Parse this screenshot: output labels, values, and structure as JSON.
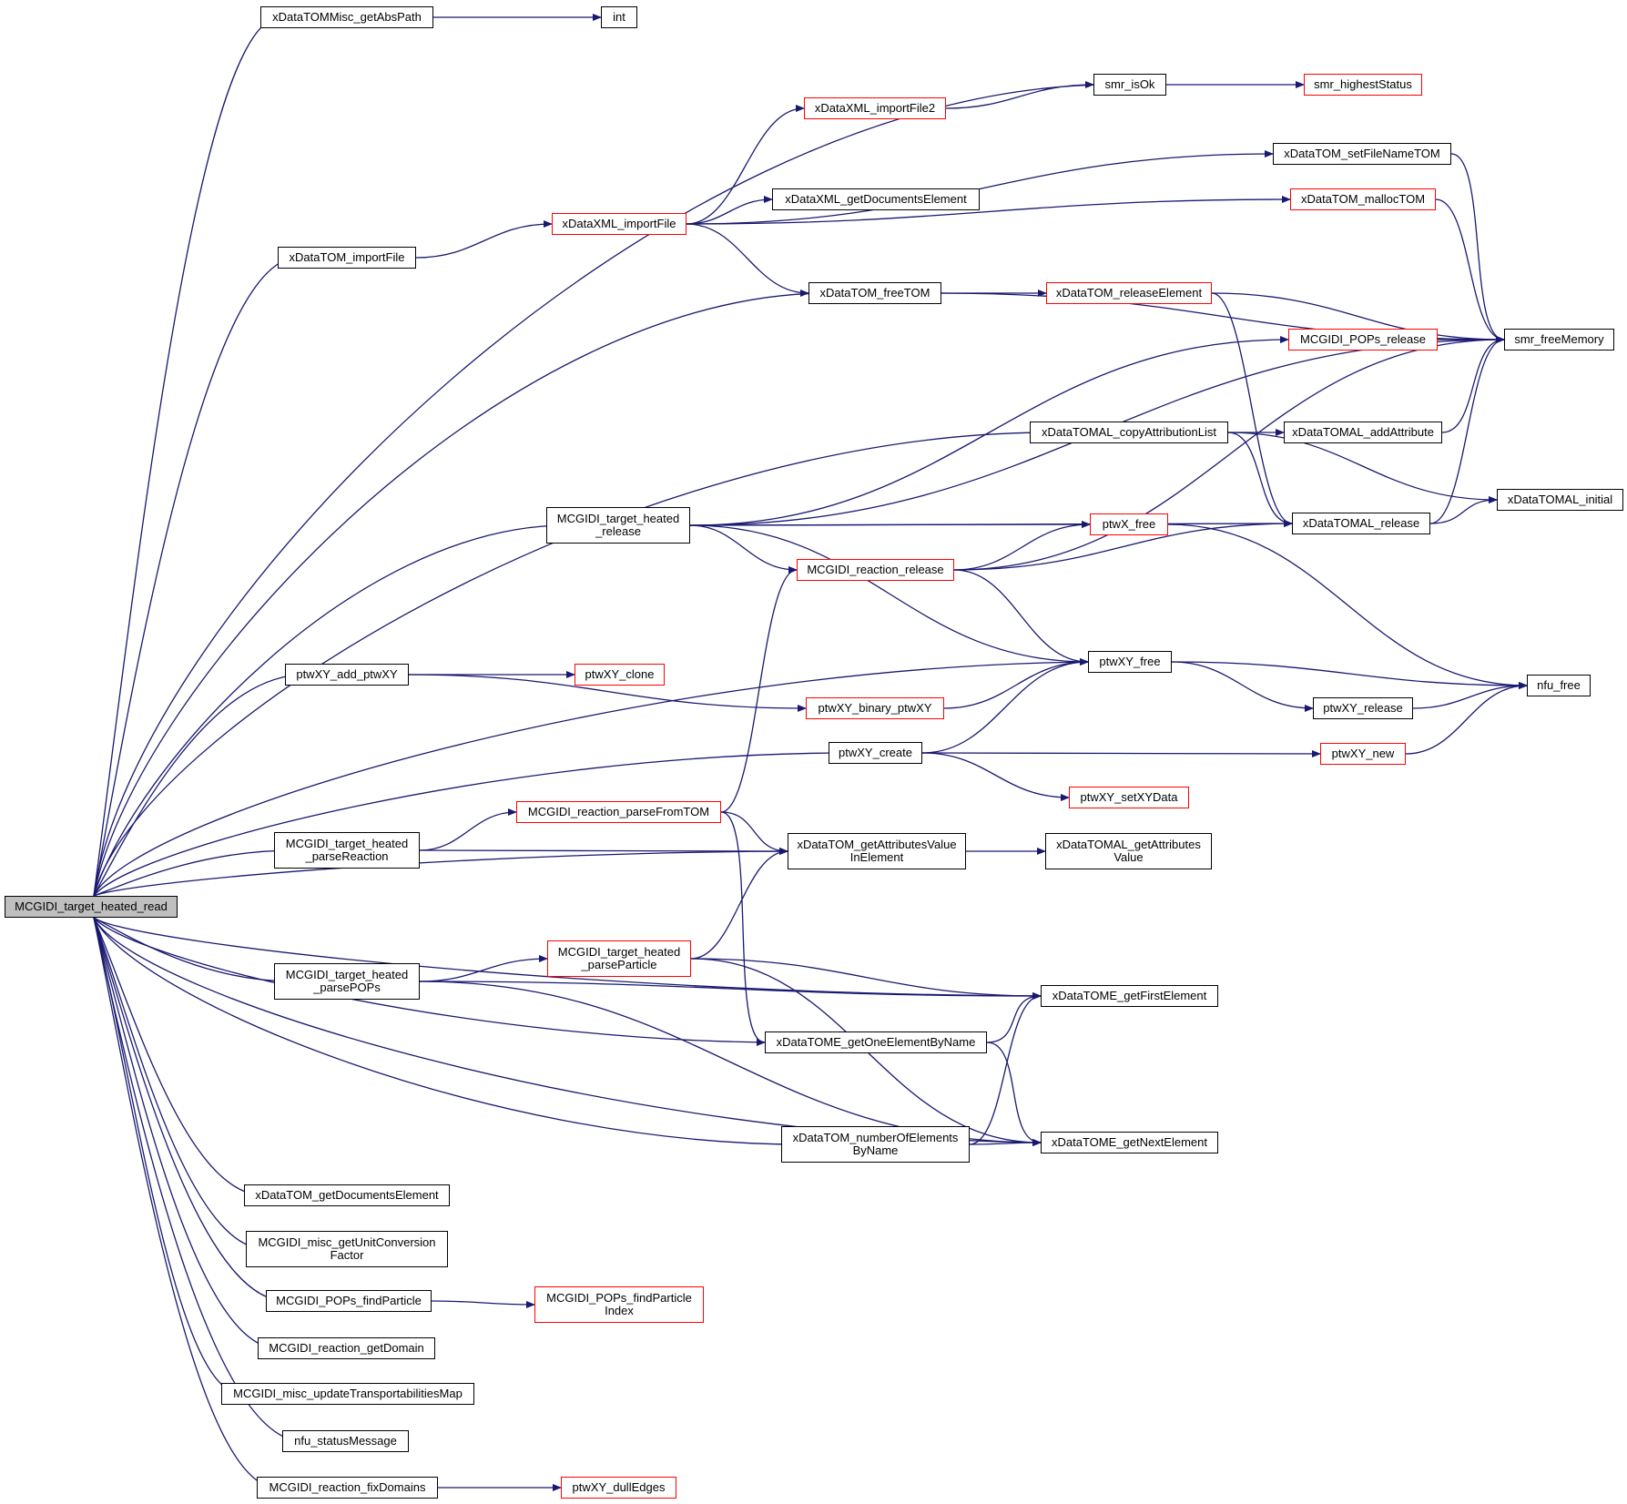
{
  "graph": {
    "nodes": {
      "root": {
        "label": "MCGIDI_target_heated_read",
        "kind": "root"
      },
      "getAbsPath": {
        "label": "xDataTOMMisc_getAbsPath",
        "kind": "plain"
      },
      "int": {
        "label": "int",
        "kind": "plain"
      },
      "smr_isOk": {
        "label": "smr_isOk",
        "kind": "plain"
      },
      "smr_highestStatus": {
        "label": "smr_highestStatus",
        "kind": "truncated"
      },
      "importFile2": {
        "label": "xDataXML_importFile2",
        "kind": "truncated"
      },
      "setFileNameTOM": {
        "label": "xDataTOM_setFileNameTOM",
        "kind": "plain"
      },
      "getDocumentsElementXML": {
        "label": "xDataXML_getDocumentsElement",
        "kind": "plain"
      },
      "xmlImportFile": {
        "label": "xDataXML_importFile",
        "kind": "truncated"
      },
      "mallocTOM": {
        "label": "xDataTOM_mallocTOM",
        "kind": "truncated"
      },
      "tomImportFile": {
        "label": "xDataTOM_importFile",
        "kind": "plain"
      },
      "freeTOM": {
        "label": "xDataTOM_freeTOM",
        "kind": "plain"
      },
      "releaseElement": {
        "label": "xDataTOM_releaseElement",
        "kind": "truncated"
      },
      "popsRelease": {
        "label": "MCGIDI_POPs_release",
        "kind": "truncated"
      },
      "smr_freeMemory": {
        "label": "smr_freeMemory",
        "kind": "plain"
      },
      "copyAttr": {
        "label": "xDataTOMAL_copyAttributionList",
        "kind": "plain"
      },
      "addAttribute": {
        "label": "xDataTOMAL_addAttribute",
        "kind": "plain"
      },
      "targetRelease": {
        "label": "MCGIDI_target_heated\n_release",
        "kind": "plain"
      },
      "ptwX_free": {
        "label": "ptwX_free",
        "kind": "truncated"
      },
      "alRelease": {
        "label": "xDataTOMAL_release",
        "kind": "plain"
      },
      "alInitial": {
        "label": "xDataTOMAL_initial",
        "kind": "plain"
      },
      "reactionRelease": {
        "label": "MCGIDI_reaction_release",
        "kind": "truncated"
      },
      "addPtwXY": {
        "label": "ptwXY_add_ptwXY",
        "kind": "plain"
      },
      "ptwXYclone": {
        "label": "ptwXY_clone",
        "kind": "truncated"
      },
      "ptwXYfree": {
        "label": "ptwXY_free",
        "kind": "plain"
      },
      "nfu_free": {
        "label": "nfu_free",
        "kind": "plain"
      },
      "binaryPtwXY": {
        "label": "ptwXY_binary_ptwXY",
        "kind": "truncated"
      },
      "ptwXYrelease": {
        "label": "ptwXY_release",
        "kind": "plain"
      },
      "ptwXYcreate": {
        "label": "ptwXY_create",
        "kind": "plain"
      },
      "ptwXYnew": {
        "label": "ptwXY_new",
        "kind": "truncated"
      },
      "setXYData": {
        "label": "ptwXY_setXYData",
        "kind": "truncated"
      },
      "reactionParse": {
        "label": "MCGIDI_reaction_parseFromTOM",
        "kind": "truncated"
      },
      "parseReaction": {
        "label": "MCGIDI_target_heated\n_parseReaction",
        "kind": "plain"
      },
      "attrValueInEl": {
        "label": "xDataTOM_getAttributesValue\nInElement",
        "kind": "plain"
      },
      "alAttrValue": {
        "label": "xDataTOMAL_getAttributes\nValue",
        "kind": "plain"
      },
      "parseParticle": {
        "label": "MCGIDI_target_heated\n_parseParticle",
        "kind": "truncated"
      },
      "parsePOPs": {
        "label": "MCGIDI_target_heated\n_parsePOPs",
        "kind": "plain"
      },
      "firstElement": {
        "label": "xDataTOME_getFirstElement",
        "kind": "plain"
      },
      "oneElementByName": {
        "label": "xDataTOME_getOneElementByName",
        "kind": "plain"
      },
      "numberOfElements": {
        "label": "xDataTOM_numberOfElements\nByName",
        "kind": "plain"
      },
      "nextElement": {
        "label": "xDataTOME_getNextElement",
        "kind": "plain"
      },
      "tomDocElement": {
        "label": "xDataTOM_getDocumentsElement",
        "kind": "plain"
      },
      "unitConversion": {
        "label": "MCGIDI_misc_getUnitConversion\nFactor",
        "kind": "plain"
      },
      "findParticle": {
        "label": "MCGIDI_POPs_findParticle",
        "kind": "plain"
      },
      "findParticleIndex": {
        "label": "MCGIDI_POPs_findParticle\nIndex",
        "kind": "truncated"
      },
      "getDomain": {
        "label": "MCGIDI_reaction_getDomain",
        "kind": "plain"
      },
      "transportMap": {
        "label": "MCGIDI_misc_updateTransportabilitiesMap",
        "kind": "plain"
      },
      "statusMessage": {
        "label": "nfu_statusMessage",
        "kind": "plain"
      },
      "fixDomains": {
        "label": "MCGIDI_reaction_fixDomains",
        "kind": "plain"
      },
      "dullEdges": {
        "label": "ptwXY_dullEdges",
        "kind": "truncated"
      }
    },
    "edges": [
      [
        "getAbsPath",
        "int"
      ],
      [
        "importFile2",
        "smr_isOk"
      ],
      [
        "smr_isOk",
        "smr_highestStatus"
      ],
      [
        "xmlImportFile",
        "importFile2"
      ],
      [
        "xmlImportFile",
        "setFileNameTOM"
      ],
      [
        "xmlImportFile",
        "getDocumentsElementXML"
      ],
      [
        "xmlImportFile",
        "mallocTOM"
      ],
      [
        "xmlImportFile",
        "freeTOM"
      ],
      [
        "tomImportFile",
        "xmlImportFile"
      ],
      [
        "freeTOM",
        "releaseElement"
      ],
      [
        "freeTOM",
        "smr_freeMemory"
      ],
      [
        "setFileNameTOM",
        "smr_freeMemory"
      ],
      [
        "mallocTOM",
        "smr_freeMemory"
      ],
      [
        "releaseElement",
        "smr_freeMemory"
      ],
      [
        "releaseElement",
        "alRelease"
      ],
      [
        "popsRelease",
        "smr_freeMemory"
      ],
      [
        "copyAttr",
        "addAttribute"
      ],
      [
        "copyAttr",
        "alRelease"
      ],
      [
        "copyAttr",
        "alInitial"
      ],
      [
        "addAttribute",
        "smr_freeMemory"
      ],
      [
        "alRelease",
        "smr_freeMemory"
      ],
      [
        "alRelease",
        "alInitial"
      ],
      [
        "targetRelease",
        "popsRelease"
      ],
      [
        "targetRelease",
        "smr_freeMemory"
      ],
      [
        "targetRelease",
        "alRelease"
      ],
      [
        "targetRelease",
        "ptwX_free"
      ],
      [
        "targetRelease",
        "reactionRelease"
      ],
      [
        "targetRelease",
        "ptwXYfree"
      ],
      [
        "reactionRelease",
        "ptwX_free"
      ],
      [
        "reactionRelease",
        "alRelease"
      ],
      [
        "reactionRelease",
        "smr_freeMemory"
      ],
      [
        "reactionRelease",
        "ptwXYfree"
      ],
      [
        "ptwX_free",
        "nfu_free"
      ],
      [
        "ptwXYfree",
        "nfu_free"
      ],
      [
        "ptwXYfree",
        "ptwXYrelease"
      ],
      [
        "ptwXYrelease",
        "nfu_free"
      ],
      [
        "addPtwXY",
        "ptwXYclone"
      ],
      [
        "addPtwXY",
        "binaryPtwXY"
      ],
      [
        "binaryPtwXY",
        "ptwXYfree"
      ],
      [
        "ptwXYcreate",
        "ptwXYfree"
      ],
      [
        "ptwXYcreate",
        "ptwXYnew"
      ],
      [
        "ptwXYcreate",
        "setXYData"
      ],
      [
        "ptwXYnew",
        "nfu_free"
      ],
      [
        "reactionParse",
        "reactionRelease"
      ],
      [
        "reactionParse",
        "attrValueInEl"
      ],
      [
        "reactionParse",
        "oneElementByName"
      ],
      [
        "parseReaction",
        "reactionParse"
      ],
      [
        "parseReaction",
        "attrValueInEl"
      ],
      [
        "attrValueInEl",
        "alAttrValue"
      ],
      [
        "parseParticle",
        "attrValueInEl"
      ],
      [
        "parseParticle",
        "firstElement"
      ],
      [
        "parseParticle",
        "nextElement"
      ],
      [
        "parsePOPs",
        "parseParticle"
      ],
      [
        "parsePOPs",
        "firstElement"
      ],
      [
        "parsePOPs",
        "nextElement"
      ],
      [
        "oneElementByName",
        "firstElement"
      ],
      [
        "oneElementByName",
        "nextElement"
      ],
      [
        "numberOfElements",
        "firstElement"
      ],
      [
        "numberOfElements",
        "nextElement"
      ],
      [
        "findParticle",
        "findParticleIndex"
      ],
      [
        "fixDomains",
        "dullEdges"
      ],
      [
        "root",
        "getAbsPath"
      ],
      [
        "root",
        "smr_isOk"
      ],
      [
        "root",
        "tomImportFile"
      ],
      [
        "root",
        "freeTOM"
      ],
      [
        "root",
        "copyAttr"
      ],
      [
        "root",
        "targetRelease"
      ],
      [
        "root",
        "ptwXYfree"
      ],
      [
        "root",
        "addPtwXY"
      ],
      [
        "root",
        "ptwXYcreate"
      ],
      [
        "root",
        "attrValueInEl"
      ],
      [
        "root",
        "parseReaction"
      ],
      [
        "root",
        "firstElement"
      ],
      [
        "root",
        "parsePOPs"
      ],
      [
        "root",
        "oneElementByName"
      ],
      [
        "root",
        "numberOfElements"
      ],
      [
        "root",
        "nextElement"
      ],
      [
        "root",
        "tomDocElement"
      ],
      [
        "root",
        "unitConversion"
      ],
      [
        "root",
        "findParticle"
      ],
      [
        "root",
        "getDomain"
      ],
      [
        "root",
        "transportMap"
      ],
      [
        "root",
        "statusMessage"
      ],
      [
        "root",
        "fixDomains"
      ]
    ]
  }
}
